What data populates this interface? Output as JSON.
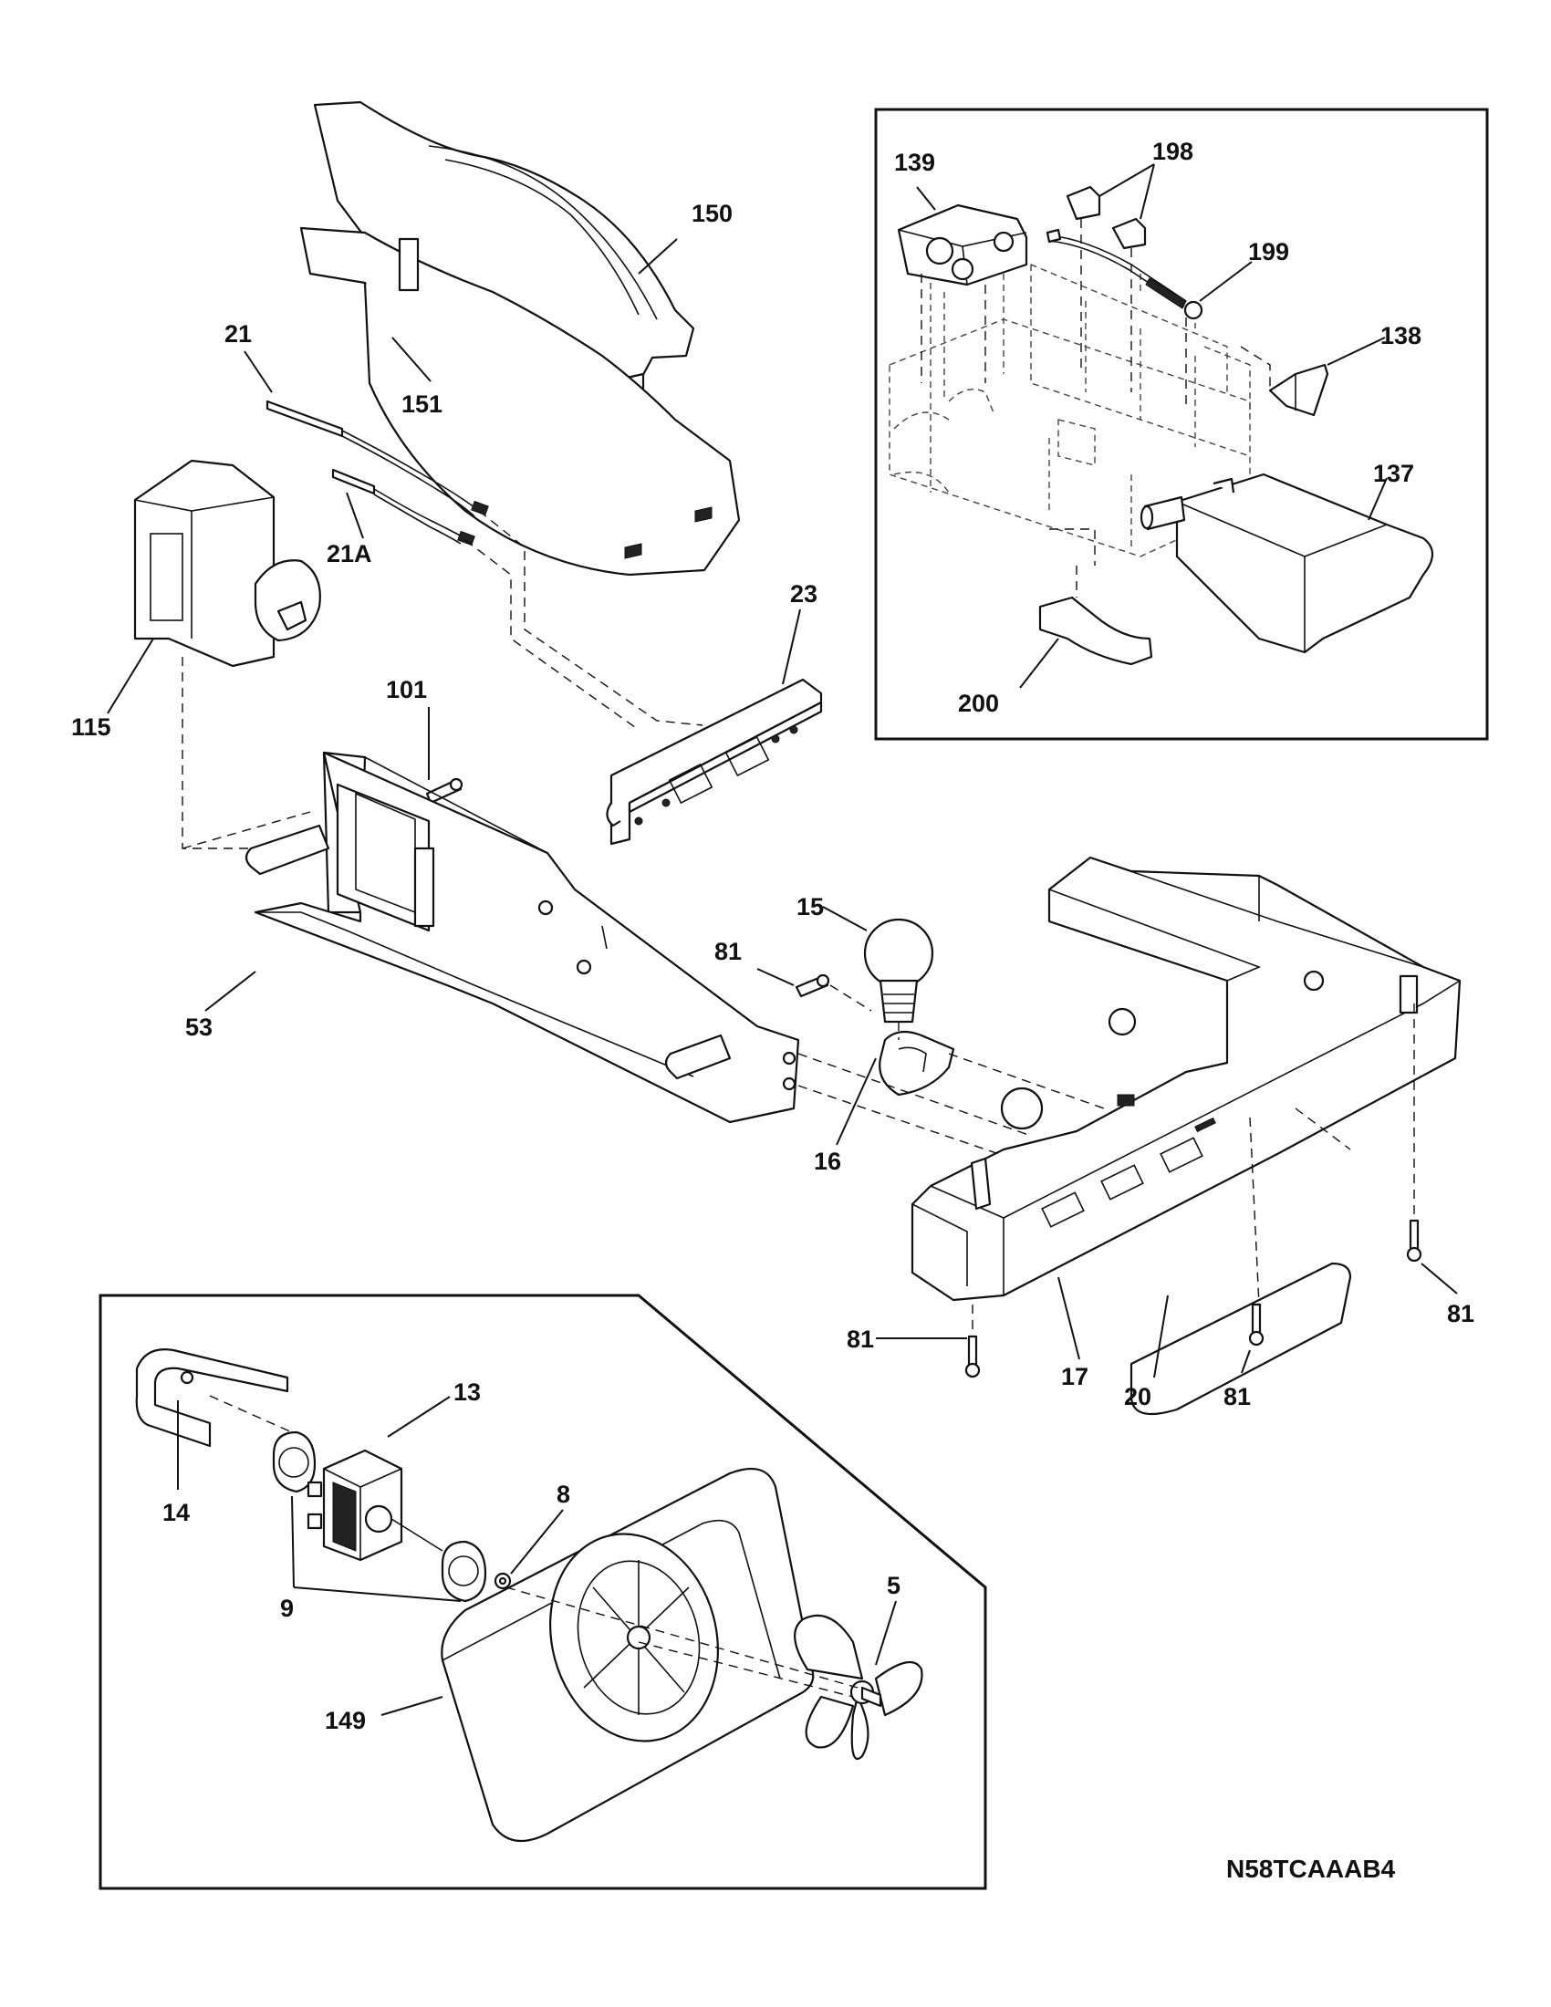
{
  "callouts": {
    "c150": "150",
    "c151": "151",
    "c21": "21",
    "c21a": "21A",
    "c115": "115",
    "c23": "23",
    "c101": "101",
    "c53": "53",
    "c15": "15",
    "c81_screw": "81",
    "c16": "16",
    "c17": "17",
    "c20": "20",
    "c81_bl": "81",
    "c81_bm": "81",
    "c81_r": "81",
    "c139": "139",
    "c198": "198",
    "c199": "199",
    "c138": "138",
    "c137": "137",
    "c200": "200",
    "c13": "13",
    "c14": "14",
    "c8": "8",
    "c9": "9",
    "c5": "5",
    "c149": "149"
  },
  "diagram_code": "N58TCAAAB4"
}
